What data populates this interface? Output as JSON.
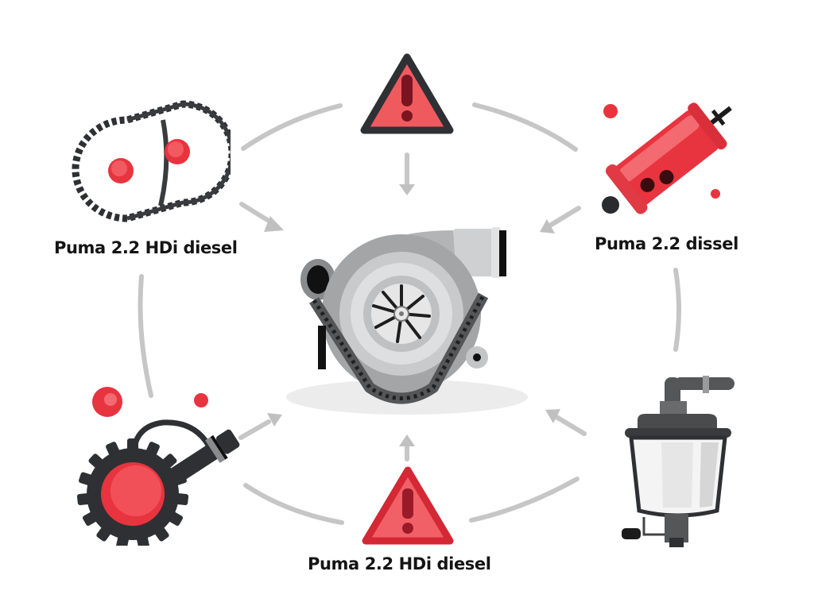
{
  "diagram": {
    "type": "cycle-diagram",
    "center": {
      "component": "turbocharger",
      "icon": "turbocharger-icon"
    },
    "nodes": [
      {
        "id": "timing-chain",
        "icon": "timing-chain-sprocket-icon",
        "position": "top-left",
        "label": "Puma 2.2 HDi diesel"
      },
      {
        "id": "warning-top",
        "icon": "warning-triangle-icon",
        "position": "top-center",
        "label": ""
      },
      {
        "id": "fuel-injector",
        "icon": "red-cylinder-injector-icon",
        "position": "top-right",
        "label": "Puma 2.2 dissel"
      },
      {
        "id": "fuel-filter",
        "icon": "fuel-filter-icon",
        "position": "bottom-right",
        "label": ""
      },
      {
        "id": "warning-bottom",
        "icon": "warning-triangle-icon",
        "position": "bottom-center",
        "label": "Puma 2.2 HDi diesel"
      },
      {
        "id": "crank-gear",
        "icon": "gear-sensor-icon",
        "position": "bottom-left",
        "label": ""
      }
    ],
    "arrows": [
      {
        "from": "timing-chain",
        "to": "center"
      },
      {
        "from": "warning-top",
        "to": "center"
      },
      {
        "from": "fuel-injector",
        "to": "center"
      },
      {
        "from": "fuel-filter",
        "to": "center"
      },
      {
        "from": "warning-bottom",
        "to": "center"
      },
      {
        "from": "crank-gear",
        "to": "center"
      }
    ],
    "colors": {
      "accent_red": "#e8343f",
      "warning_fill": "#ef5a5f",
      "dark": "#2f3033",
      "metal": "#a9aaad",
      "connector": "#c4c4c4",
      "text": "#141414"
    }
  },
  "labels": {
    "top_left": "Puma 2.2 HDi diesel",
    "top_right": "Puma 2.2 dissel",
    "bottom": "Puma 2.2 HDi diesel"
  }
}
